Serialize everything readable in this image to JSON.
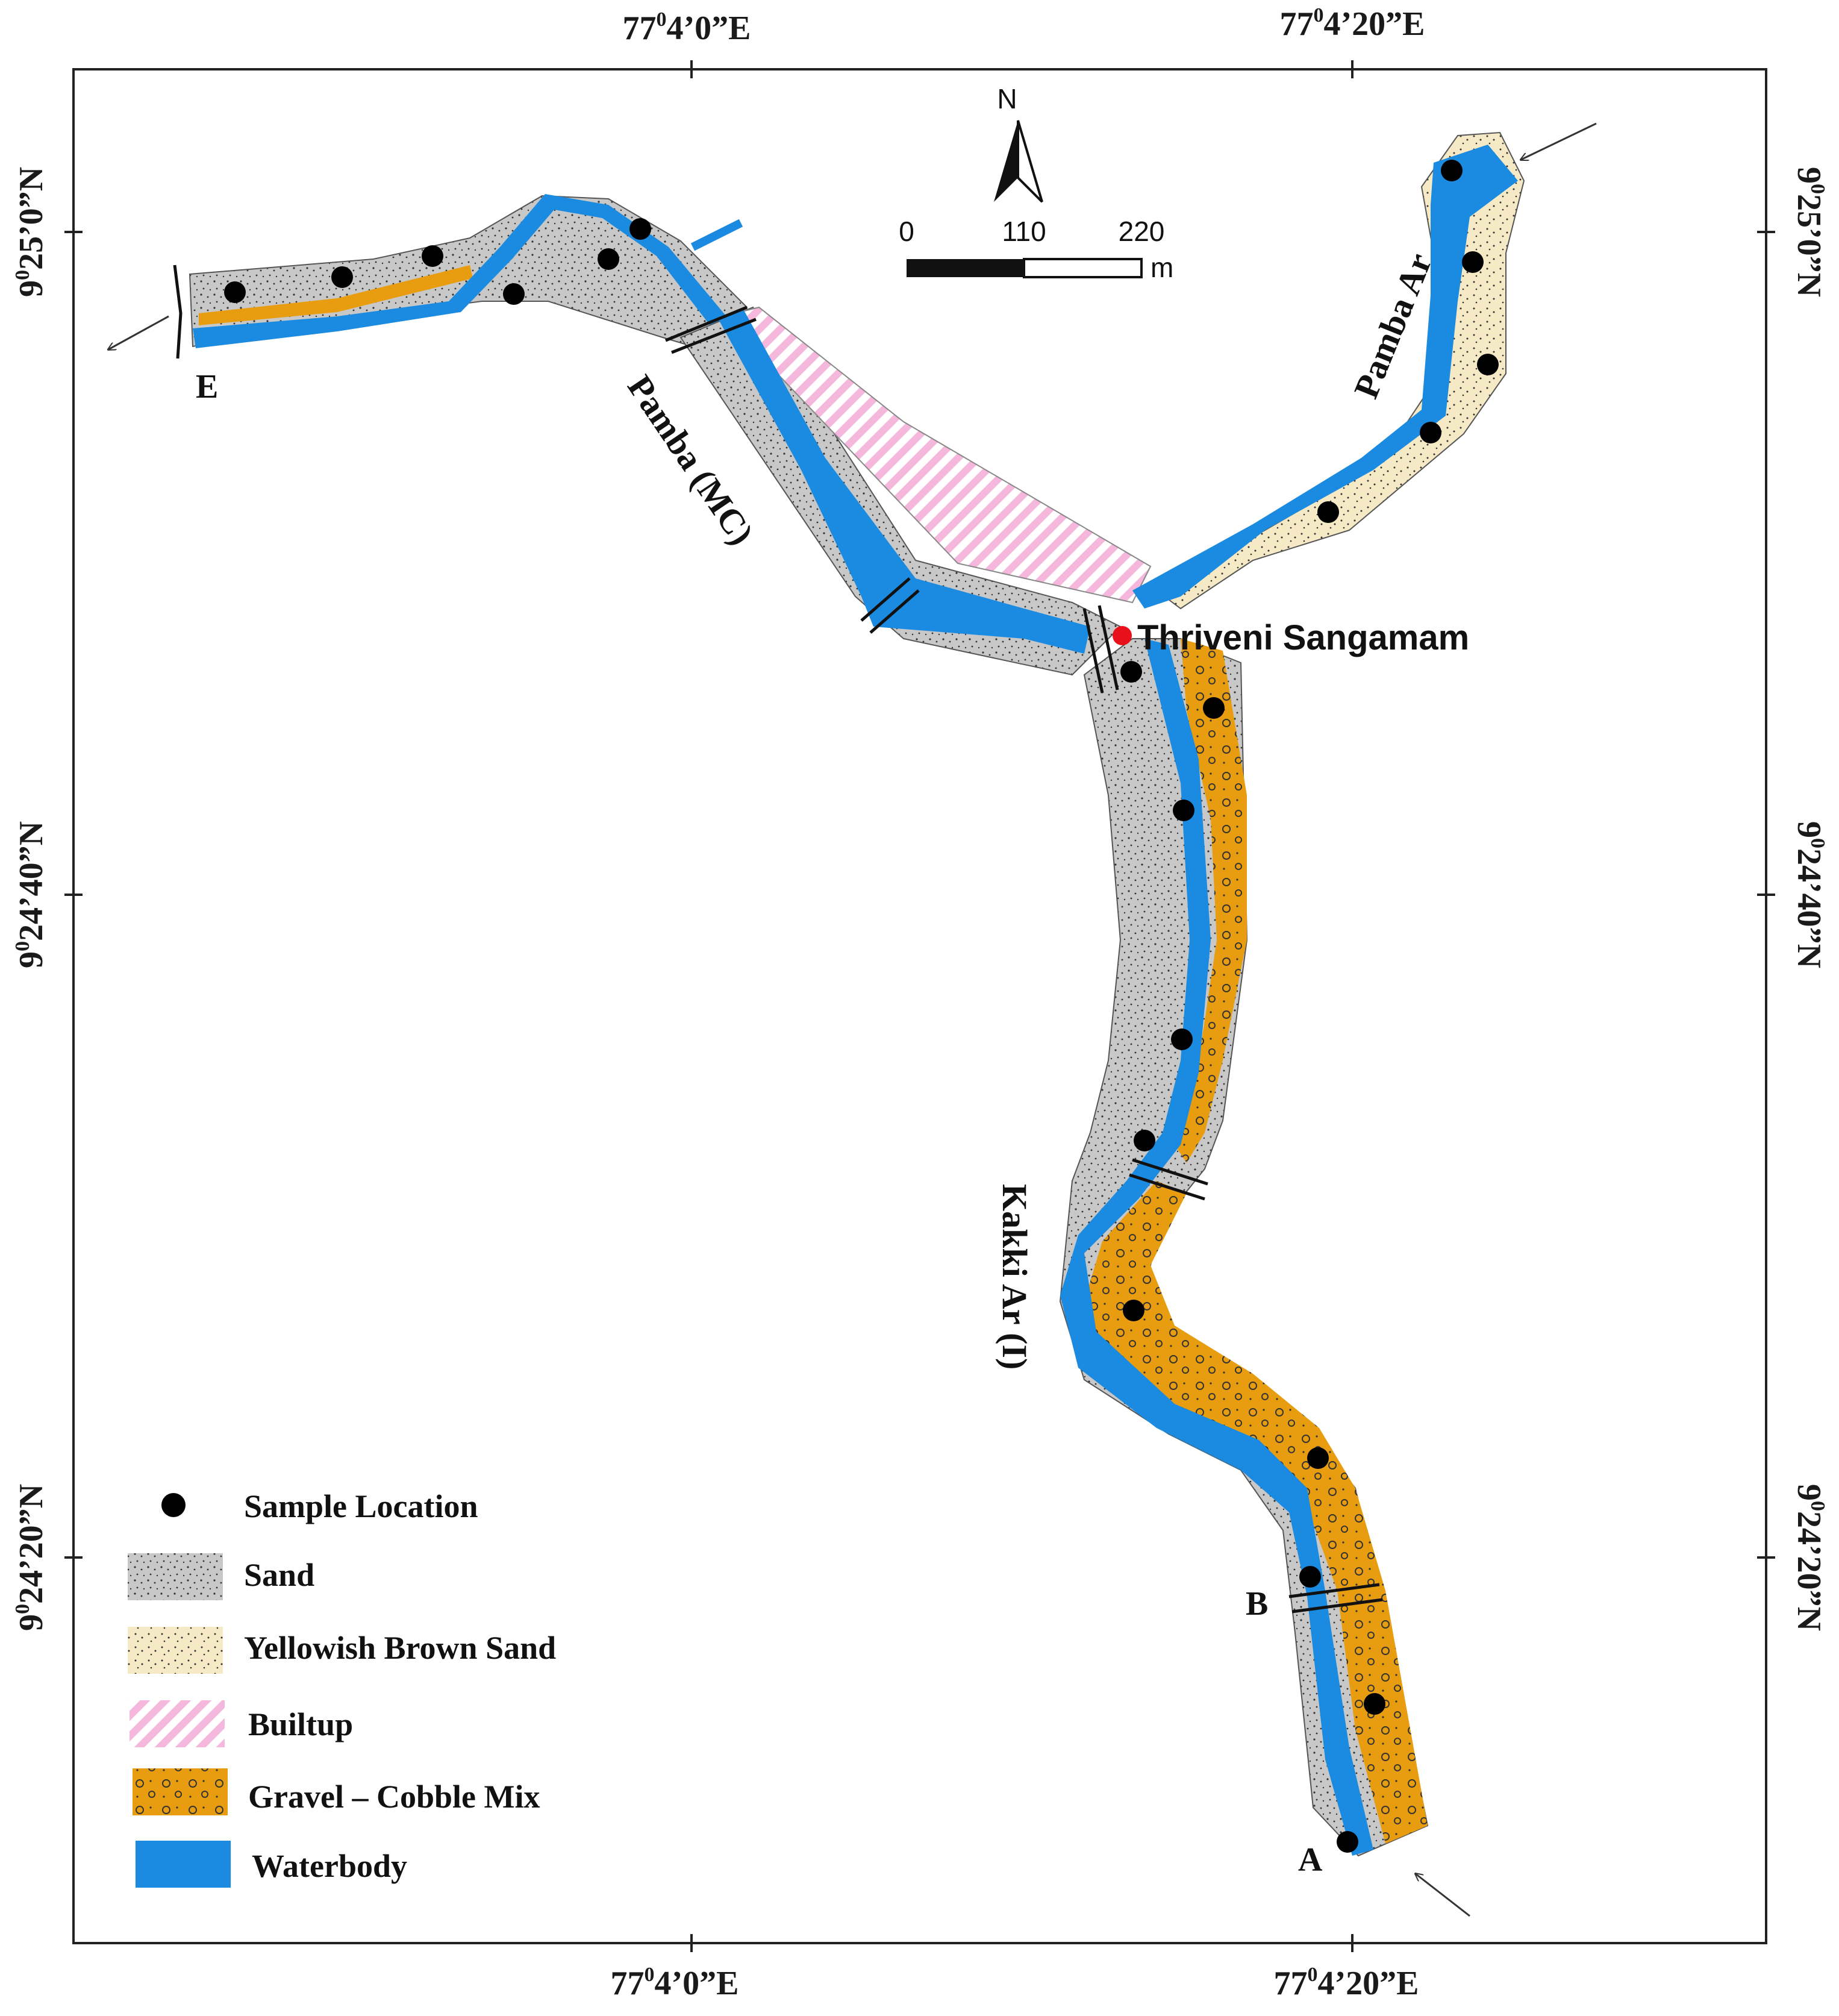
{
  "map": {
    "top_ticks": [
      {
        "deg": "77",
        "rest": "4’0”E"
      },
      {
        "deg": "77",
        "rest": "4’20”E"
      }
    ],
    "bottom_ticks": [
      {
        "deg": "77",
        "rest": "4’0”E"
      },
      {
        "deg": "77",
        "rest": "4’20”E"
      }
    ],
    "left_ticks": [
      {
        "deg": "9",
        "rest": "25’0”N"
      },
      {
        "deg": "9",
        "rest": "24’40”N"
      },
      {
        "deg": "9",
        "rest": "24’20”N"
      }
    ],
    "right_ticks": [
      {
        "deg": "9",
        "rest": "25’0”N"
      },
      {
        "deg": "9",
        "rest": "24’40”N"
      },
      {
        "deg": "9",
        "rest": "24’20”N"
      }
    ],
    "north_label": "N",
    "scale": {
      "labels": [
        "0",
        "110",
        "220"
      ],
      "unit": "m"
    },
    "river_labels": {
      "pamba_mc": "Pamba (MC)",
      "pamba_ar": "Pamba Ar",
      "kakki_ar": "Kakki Ar (I)"
    },
    "confluence_label": "Thriveni Sangamam",
    "section_labels": {
      "a": "A",
      "b": "B",
      "e": "E"
    },
    "colors": {
      "sand": "#c8c8c8",
      "yellowish_brown_sand": "#f6e9c6",
      "builtup": "#f5b8dc",
      "gravel_cobble": "#e89d10",
      "waterbody": "#1a8be0",
      "sample_point": "#000000",
      "confluence_point": "#e8101a"
    }
  },
  "legend": {
    "items": [
      {
        "key": "sample",
        "label": "Sample Location"
      },
      {
        "key": "sand",
        "label": "Sand"
      },
      {
        "key": "ybs",
        "label": "Yellowish Brown Sand"
      },
      {
        "key": "builtup",
        "label": "Builtup"
      },
      {
        "key": "gravel",
        "label": "Gravel – Cobble Mix"
      },
      {
        "key": "water",
        "label": "Waterbody"
      }
    ]
  }
}
